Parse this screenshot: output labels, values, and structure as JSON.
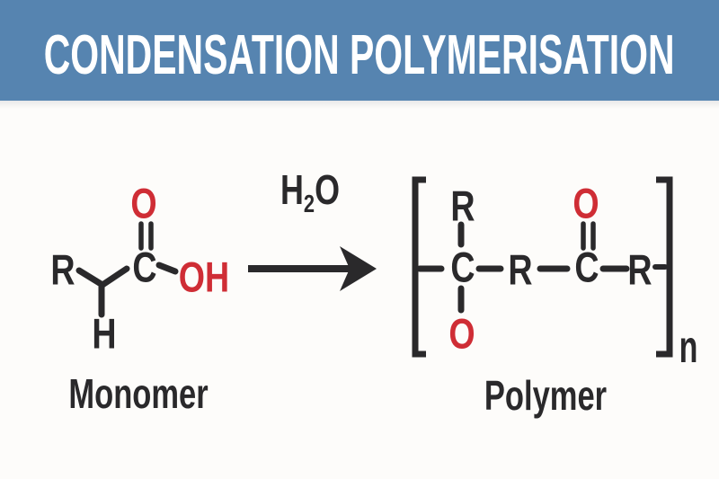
{
  "header": {
    "title": "CONDENSATION POLYMERISATION"
  },
  "colors": {
    "header-bg": "#5684b0",
    "title": "#ffffff",
    "ink": "#2a292b",
    "red": "#cf2d35",
    "bg": "#fdfcfa"
  },
  "reaction": {
    "byproduct": {
      "main": "H",
      "subscript": "2",
      "tail": "O"
    }
  },
  "monomer": {
    "label": "Monomer",
    "atoms": {
      "r": "R",
      "o_carbonyl": "O",
      "c": "C",
      "oh": "OH",
      "h": "H"
    }
  },
  "polymer": {
    "label": "Polymer",
    "repeat_subscript": "n",
    "atoms": {
      "r_top": "R",
      "c_left": "C",
      "r_middle": "R",
      "c_right": "C",
      "o_carbonyl": "O",
      "r_right": "R",
      "o_bottom": "O"
    }
  }
}
